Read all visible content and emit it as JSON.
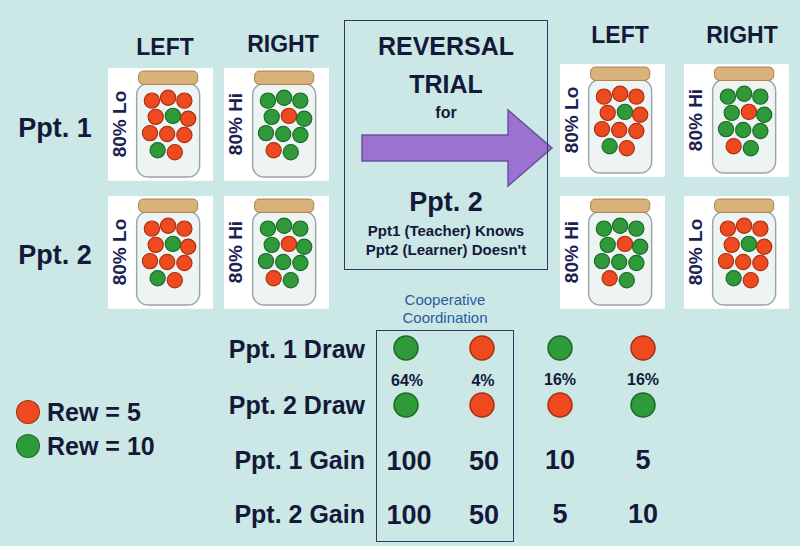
{
  "diagram": {
    "nodes": [
      {
        "text": [
          "REVERSAL TRIAL",
          "for",
          "Ppt. 2",
          "Ppt1 (Teacher) Knows Ppt2 (Learner) Doesn't"
        ]
      },
      {
        "text": [
          "Cooperative Coordination",
          "64%",
          "4%",
          "100",
          "50",
          "100",
          "50"
        ]
      }
    ],
    "labels": [
      "LEFT",
      "RIGHT",
      "LEFT",
      "RIGHT",
      "Ppt. 1",
      "80% Lo",
      "80% Hi",
      "80% Lo",
      "80% Hi",
      "Ppt. 2",
      "80% Lo",
      "80% Hi",
      "80% Hi",
      "80% Lo",
      "Ppt. 1 Draw",
      "16%",
      "16%",
      "Ppt. 2 Draw",
      "Ppt. 1 Gain",
      "10",
      "5",
      "Ppt. 2 Gain",
      "5",
      "10"
    ],
    "legend": [
      {
        "text": "Rew = 5",
        "color": "#ee4a1f"
      },
      {
        "text": "Rew = 10",
        "color": "#2f9a3a"
      }
    ]
  }
}
